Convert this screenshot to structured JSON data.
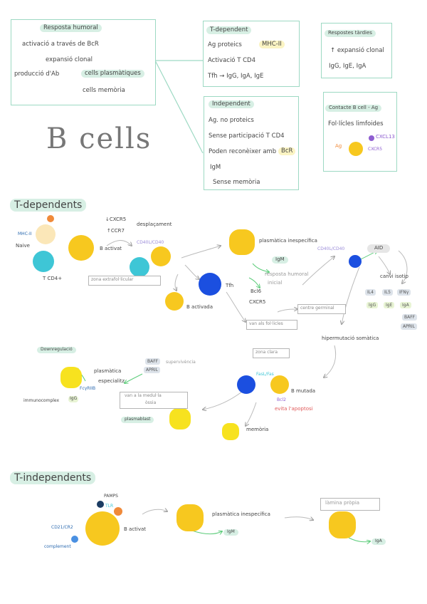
{
  "title": "B cells",
  "humoral": {
    "header": "Resposta humoral",
    "line1": "activació a través de BcR",
    "line2": "expansió clonal",
    "line3a": "producció d'Ab",
    "line3b": "cells plasmàtiques",
    "line4": "cells memòria"
  },
  "tdep_box": {
    "header": "T-dependent",
    "line1a": "Ag proteics",
    "line1b": "MHC-II",
    "line2": "Activació T CD4",
    "line3": "Tfh → IgG, IgA, IgE"
  },
  "indep_box": {
    "header": "Independent",
    "line1": "Ag. no proteics",
    "line2": "Sense participació T CD4",
    "line3a": "Poden reconèixer amb",
    "line3b": "BcR",
    "line4": "IgM",
    "line5": "Sense memòria"
  },
  "tardies": {
    "header": "Respostes tàrdies",
    "line1": "↑ expansió clonal",
    "line2": "IgG, IgE, IgA"
  },
  "contacte": {
    "header": "Contacte B cell - Ag",
    "line1": "Fol·lícles limfoides",
    "ag": "Ag",
    "r1": "CXCL13",
    "r2": "CXCR5"
  },
  "tdependents": {
    "section": "T-dependents",
    "naive": "Naive",
    "mhc": "MHC-II",
    "tcd4": "T CD4+",
    "cxcr5": "↓CXCR5",
    "ccr7": "↑CCR7",
    "desplacament": "desplaçament",
    "b_activat": "B activat",
    "cd40": "CD40L/CD40",
    "zona_extraf": "zona extrafol·licular",
    "plasm_inesp": "plasmàtica inespecífica",
    "igm": "IgM",
    "resposta": "resposta humoral",
    "inicial": "inicial",
    "tfh": "Tfh",
    "bcl6": "Bcl6",
    "cxcr5b": "CXCR5",
    "b_activada": "B activada",
    "centre": "centre germinal",
    "cap_als": "van als fol·licles",
    "cd40b": "CD40L/CD40",
    "aid": "AID",
    "canvi": "canvi isotip",
    "isotips": [
      "IL4",
      "IL5",
      "IFNγ",
      "IgG",
      "IgE",
      "IgA"
    ],
    "baff": "BAFF",
    "april": "APRIL",
    "hiper": "hipermutació somàtica",
    "downreg": "Downregulació",
    "baff2": "BAFF",
    "april2": "APRIL",
    "supervivencia": "supervivència",
    "plasm_esp": "plasmàtica",
    "especialitz": "especialitz",
    "fcgriib": "FcγRIIB",
    "igg": "IgG",
    "immuno": "immunocomplex",
    "medula": "van a la medul·la",
    "ossia": "òssia",
    "zona_clara": "zona clara",
    "fas": "FasL/Fas",
    "b_mutada": "B mutada",
    "bcl2": "Bcl2",
    "evita": "evita l'apoptosi",
    "plasmablast": "plasmablast",
    "memoria": "memòria"
  },
  "tindependents": {
    "section": "T-independents",
    "pamps": "PAMPS",
    "tlr": "TLR",
    "cd21": "CD21/CR2",
    "complement": "complement",
    "b_activat": "B activat",
    "plasm_inesp": "plasmàtica inespecífica",
    "igm": "IgM",
    "lamina": "làmina pròpia",
    "iga": "IgA"
  }
}
